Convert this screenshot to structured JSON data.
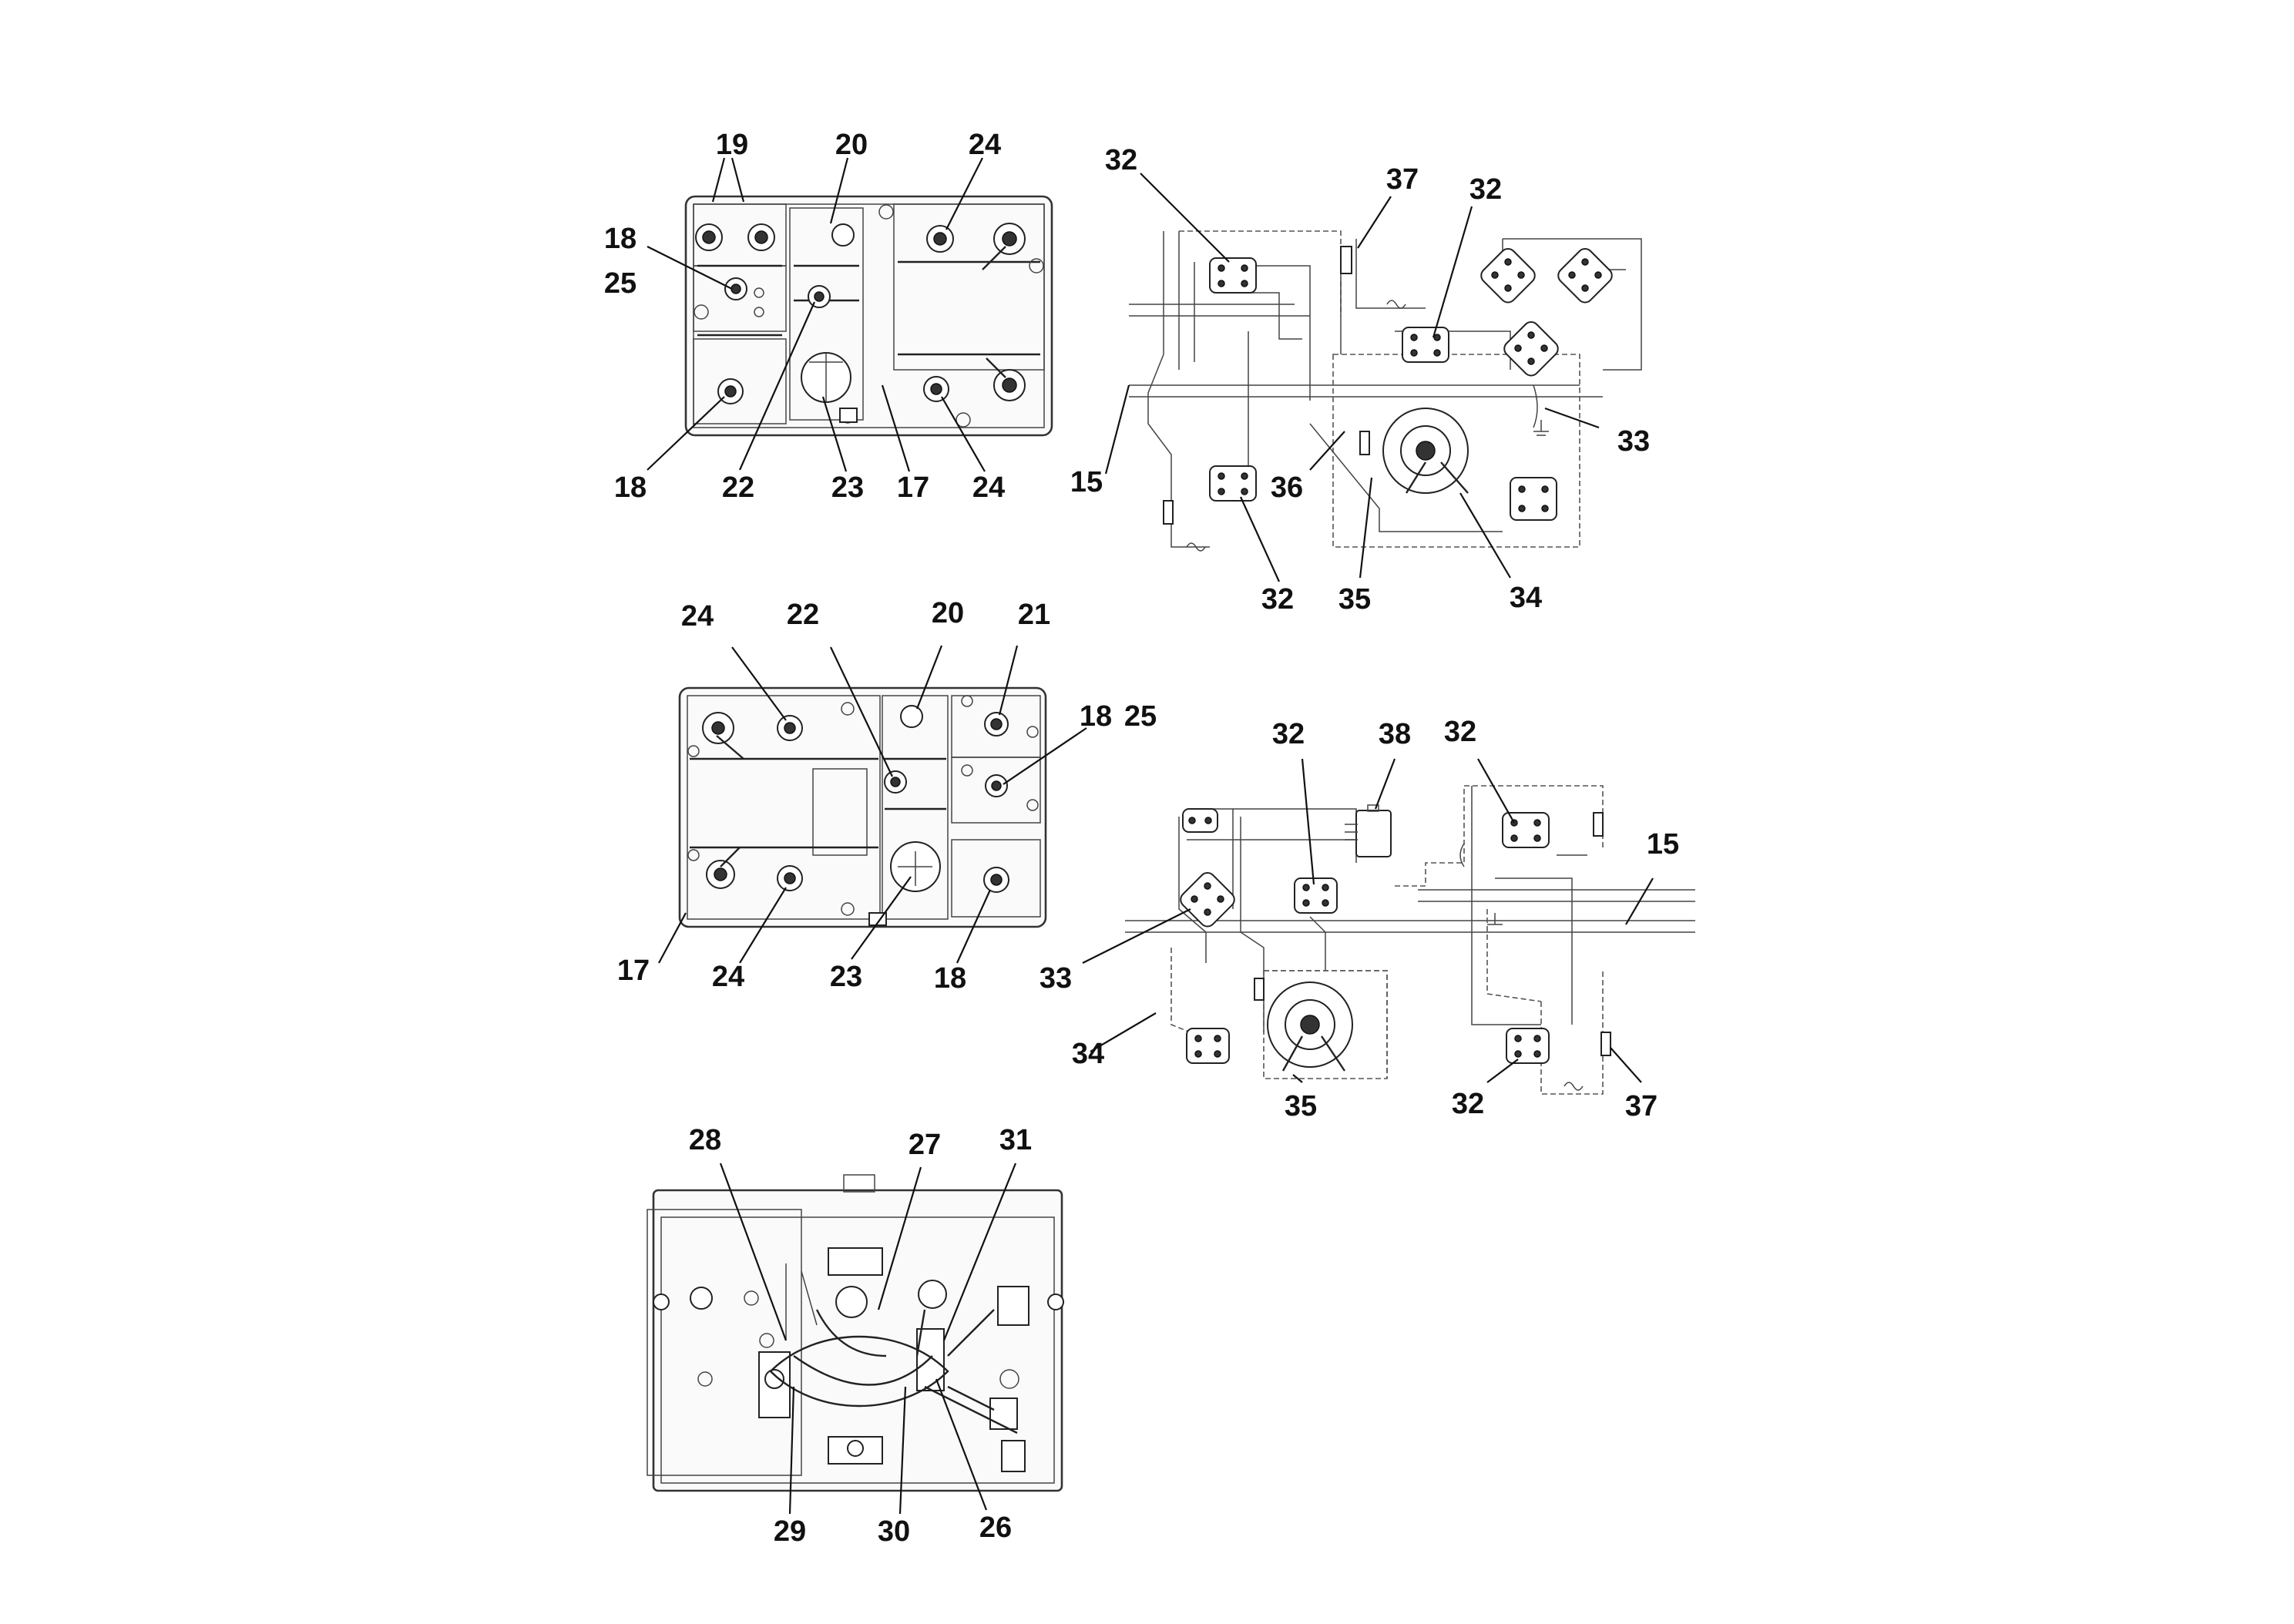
{
  "callouts": {
    "top_left": [
      "19",
      "20",
      "24",
      "18",
      "25",
      "18",
      "22",
      "23",
      "17",
      "24"
    ],
    "top_right": [
      "32",
      "37",
      "32",
      "33",
      "15",
      "36",
      "32",
      "35",
      "34"
    ],
    "middle_left": [
      "24",
      "22",
      "20",
      "21",
      "18",
      "25",
      "17",
      "24",
      "23",
      "18"
    ],
    "middle_right": [
      "32",
      "38",
      "32",
      "15",
      "33",
      "34",
      "35",
      "32",
      "37"
    ],
    "bottom_left": [
      "28",
      "27",
      "31",
      "29",
      "30",
      "26"
    ]
  },
  "colors": {
    "line": "#222222",
    "background": "#ffffff"
  }
}
